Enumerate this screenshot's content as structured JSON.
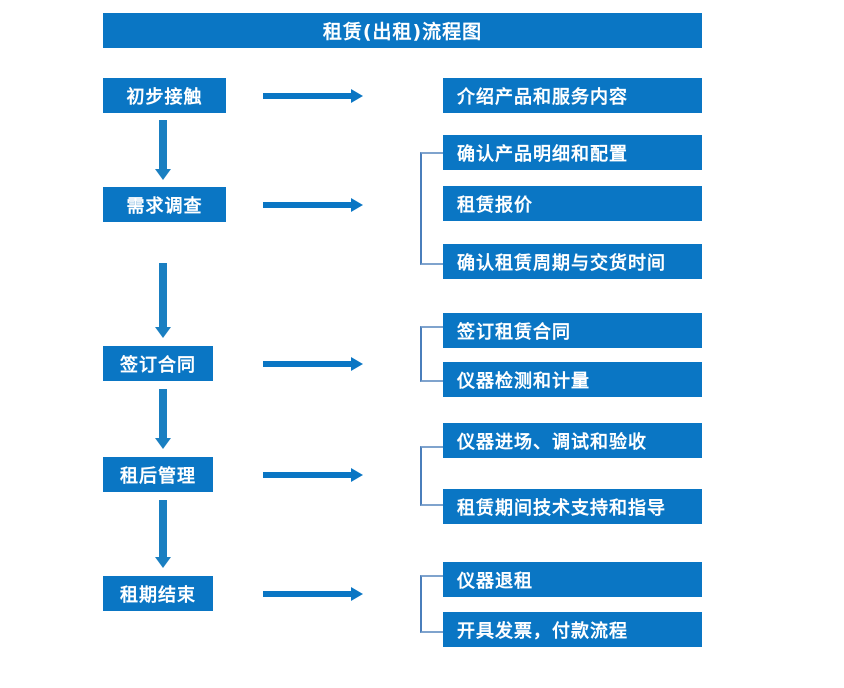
{
  "chart_data": {
    "type": "diagram",
    "title": "租赁(出租)流程图",
    "diagram_kind": "flowchart",
    "stages": [
      {
        "label": "初步接触",
        "tasks": [
          "介绍产品和服务内容"
        ]
      },
      {
        "label": "需求调查",
        "tasks": [
          "确认产品明细和配置",
          "租赁报价",
          "确认租赁周期与交货时间"
        ]
      },
      {
        "label": "签订合同",
        "tasks": [
          "签订租赁合同",
          "仪器检测和计量"
        ]
      },
      {
        "label": "租后管理",
        "tasks": [
          "仪器进场、调试和验收",
          "租赁期间技术支持和指导"
        ]
      },
      {
        "label": "租期结束",
        "tasks": [
          "仪器退租",
          "开具发票，付款流程"
        ]
      }
    ]
  },
  "title": {
    "text": "租赁(出租)流程图"
  },
  "colors": {
    "box_fill": "#0a76c4",
    "box_text": "#ffffff",
    "arrow": "#0a76c4",
    "vertical_arrow": "#1a7fc1",
    "bracket": "#4a7ebb",
    "background": "#ffffff"
  },
  "stages": [
    {
      "id": "stage-1",
      "label": "初步接触"
    },
    {
      "id": "stage-2",
      "label": "需求调查"
    },
    {
      "id": "stage-3",
      "label": "签订合同"
    },
    {
      "id": "stage-4",
      "label": "租后管理"
    },
    {
      "id": "stage-5",
      "label": "租期结束"
    }
  ],
  "tasks": {
    "group1": [
      {
        "id": "task-1-1",
        "label": "介绍产品和服务内容"
      }
    ],
    "group2": [
      {
        "id": "task-2-1",
        "label": "确认产品明细和配置"
      },
      {
        "id": "task-2-2",
        "label": "租赁报价"
      },
      {
        "id": "task-2-3",
        "label": "确认租赁周期与交货时间"
      }
    ],
    "group3": [
      {
        "id": "task-3-1",
        "label": "签订租赁合同"
      },
      {
        "id": "task-3-2",
        "label": "仪器检测和计量"
      }
    ],
    "group4": [
      {
        "id": "task-4-1",
        "label": "仪器进场、调试和验收"
      },
      {
        "id": "task-4-2",
        "label": "租赁期间技术支持和指导"
      }
    ],
    "group5": [
      {
        "id": "task-5-1",
        "label": "仪器退租"
      },
      {
        "id": "task-5-2",
        "label": "开具发票，付款流程"
      }
    ]
  }
}
